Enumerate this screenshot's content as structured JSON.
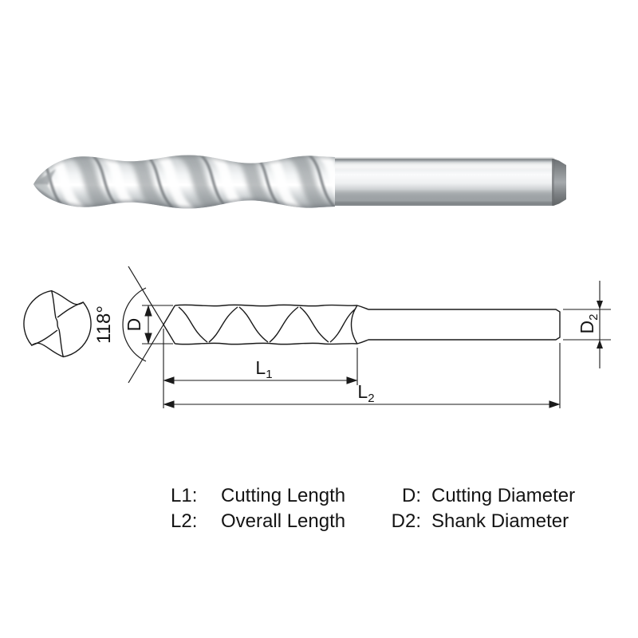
{
  "diagram": {
    "angle": {
      "value": "118°"
    },
    "d": {
      "letter": "D"
    },
    "d2": {
      "letter": "D",
      "sub": "2"
    },
    "l1": {
      "letter": "L",
      "sub": "1"
    },
    "l2": {
      "letter": "L",
      "sub": "2"
    }
  },
  "legend": {
    "rows": [
      {
        "left_key": "L1:",
        "left_value": "Cutting Length",
        "right_key": "D:",
        "right_value": "Cutting Diameter"
      },
      {
        "left_key": "L2:",
        "left_value": "Overall Length",
        "right_key": "D2:",
        "right_value": "Shank Diameter"
      }
    ]
  },
  "colors": {
    "line": "#1a1a1a",
    "text": "#141414",
    "metal_light": "#fafbfc",
    "metal_mid": "#c6cacc",
    "metal_dark": "#8a8f92",
    "endcap_dark": "#606466",
    "background": "#ffffff"
  }
}
